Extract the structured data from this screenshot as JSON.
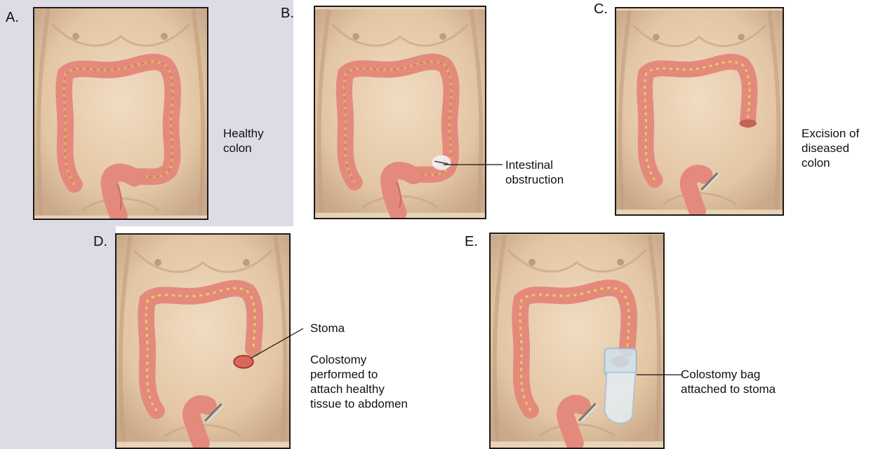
{
  "panels": [
    {
      "letter": "A.",
      "caption": "Healthy\ncolon"
    },
    {
      "letter": "B.",
      "caption": "Intestinal\nobstruction"
    },
    {
      "letter": "C.",
      "caption": "Excision of\ndiseased\ncolon"
    },
    {
      "letter": "D.",
      "caption": "Stoma",
      "caption2": "Colostomy\nperformed to\nattach healthy\ntissue to abdomen"
    },
    {
      "letter": "E.",
      "caption": "Colostomy bag\nattached to stoma"
    }
  ],
  "colors": {
    "shade": "#dcdbe6",
    "skin": "#e9d3b6",
    "skin_shadow": "#c9a98a",
    "colon": "#e48a7c",
    "colon_dark": "#b94f45",
    "vessel": "#e8d25a",
    "border": "#1a1a1a",
    "bag": "#cfe3ee"
  }
}
